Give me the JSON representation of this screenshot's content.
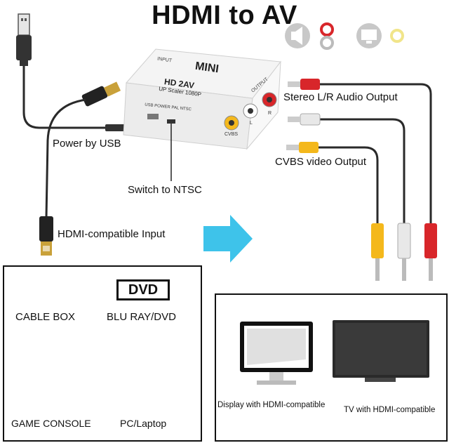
{
  "title": "HDMI to AV",
  "device": {
    "brand": "MINI",
    "model_line1": "HD   2AV",
    "model_line2": "UP Scaler 1080P",
    "top_left_text": "INPUT",
    "right_text": "OUTPUT",
    "bottom_text": "USB POWER  PAL  NTSC",
    "port_labels": [
      "CVBS",
      "L",
      "R"
    ]
  },
  "labels": {
    "power": "Power by USB",
    "switch": "Switch to NTSC",
    "hdmi_input": "HDMI-compatible Input",
    "audio_output": "Stereo L/R Audio Output",
    "video_output": "CVBS video Output"
  },
  "sources": {
    "cable_box": "CABLE BOX",
    "dvd_badge": "DVD",
    "blu_ray": "BLU RAY/DVD",
    "game_console": "GAME CONSOLE",
    "pc": "PC/Laptop"
  },
  "displays": {
    "monitor": "Display with HDMI-compatible",
    "tv": "TV with HDMI-compatible"
  },
  "colors": {
    "arrow": "#3ec3ea",
    "rca_red": "#d8262a",
    "rca_yellow": "#f4b81c",
    "rca_white": "#e8e8e8",
    "hdmi_gold": "#c9a13a",
    "cable": "#2a2a2a"
  }
}
